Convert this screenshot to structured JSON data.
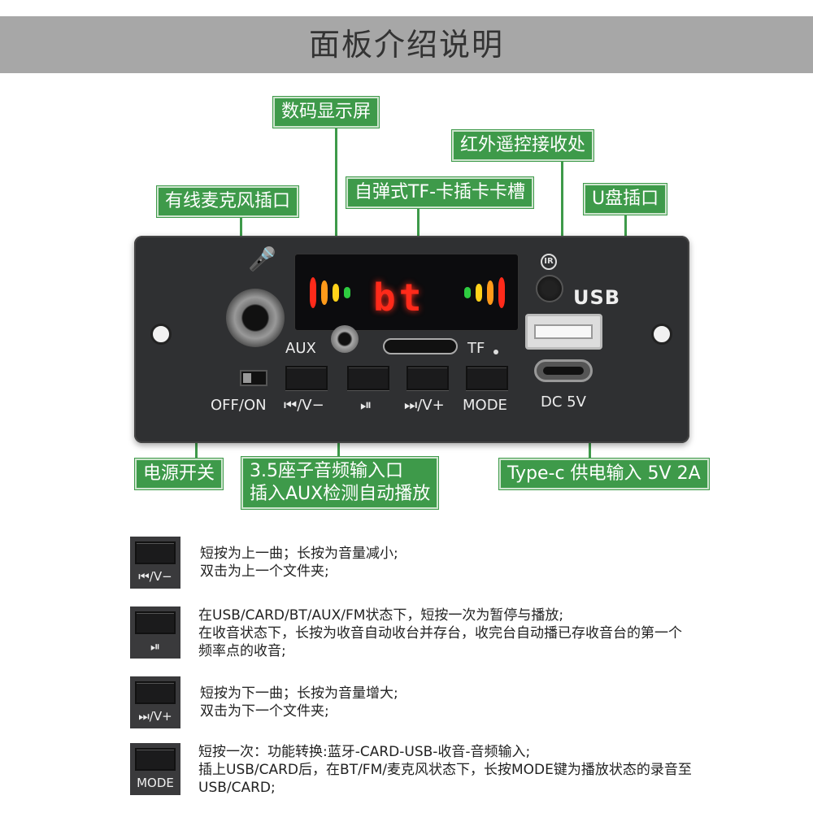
{
  "banner": {
    "title": "面板介绍说明"
  },
  "callouts": {
    "display": "数码显示屏",
    "ir_receiver": "红外遥控接收处",
    "tf_slot": "自弹式TF-卡插卡卡槽",
    "usb_port": "U盘插口",
    "mic_jack": "有线麦克风插口",
    "power_switch": "电源开关",
    "aux_jack_line1": "3.5座子音频输入口",
    "aux_jack_line2": "插入AUX检测自动播放",
    "typec": "Type-c 供电输入 5V 2A"
  },
  "panel": {
    "display_text": "bt",
    "ir_badge": "IR",
    "usb_label": "USB",
    "aux_label": "AUX",
    "tf_label": "TF",
    "switch_label": "OFF/ON",
    "dc_label": "DC 5V",
    "buttons": [
      "⏮/V−",
      "⏯",
      "⏭/V+",
      "MODE"
    ]
  },
  "keys": [
    {
      "icon": "⏮/V−",
      "lines": [
        "短按为上一曲；长按为音量减小;",
        "双击为上一个文件夹;"
      ]
    },
    {
      "icon": "⏯",
      "lines": [
        "在USB/CARD/BT/AUX/FM状态下，短按一次为暂停与播放;",
        "在收音状态下，长按为收音自动收台并存台，收完台自动播已存收音台的第一个",
        "频率点的收音;"
      ]
    },
    {
      "icon": "⏭/V+",
      "lines": [
        "短按为下一曲；长按为音量增大;",
        "双击为下一个文件夹;"
      ]
    },
    {
      "icon": "MODE",
      "lines": [
        "短按一次：功能转换:蓝牙-CARD-USB-收音-音频输入;",
        "插上USB/CARD后，在BT/FM/麦克风状态下，长按MODE键为播放状态的录音至",
        "USB/CARD;"
      ]
    }
  ],
  "colors": {
    "callout_green": "#3e9a4a",
    "banner_gray": "#a7a7a7",
    "panel_black": "#2f3032",
    "led_red": "#ff2a1a"
  }
}
